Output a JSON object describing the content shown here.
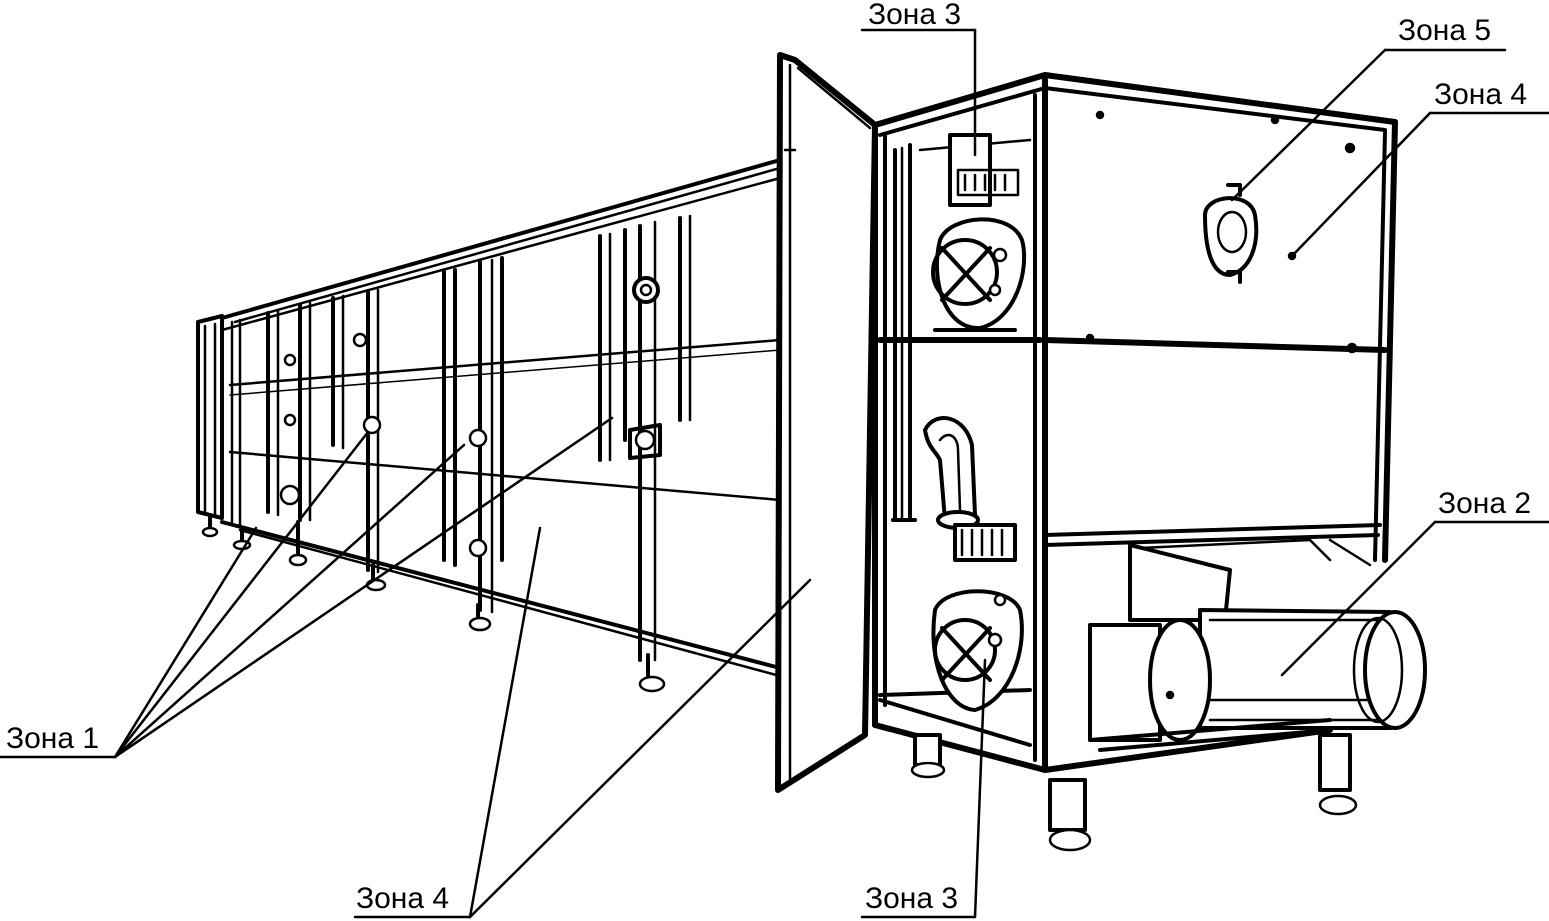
{
  "labels": {
    "zone1": "Зона 1",
    "zone2": "Зона 2",
    "zone3_top": "Зона 3",
    "zone3_bottom": "Зона 3",
    "zone4_top": "Зона 4",
    "zone4_bottom": "Зона 4",
    "zone5": "Зона 5"
  }
}
